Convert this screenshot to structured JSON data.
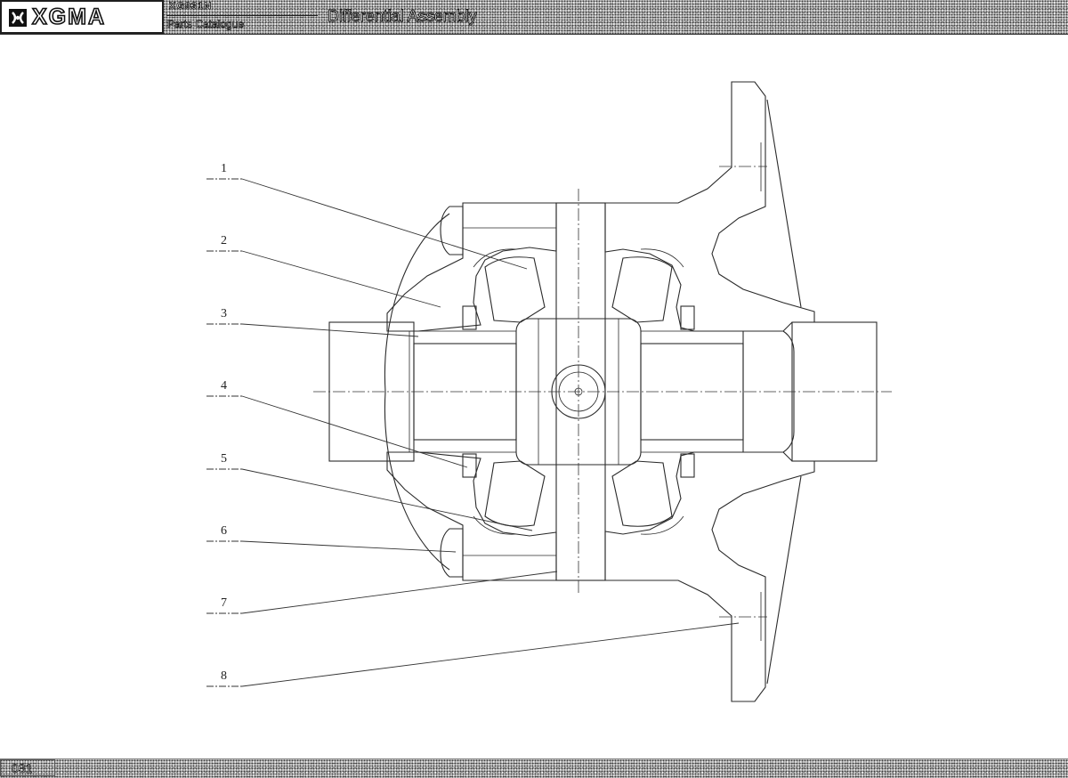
{
  "header": {
    "logo_text": "XGMA",
    "model": "XG931N",
    "subtitle": "Parts Catalogue",
    "title": "Differential Assembly"
  },
  "callouts": [
    "1",
    "2",
    "3",
    "4",
    "5",
    "6",
    "7",
    "8"
  ],
  "footer": {
    "page": "031"
  },
  "colors": {
    "ink": "#222222",
    "stipple": "#cfcfcf"
  },
  "icons": {
    "logo": "xgma-logo-icon"
  }
}
